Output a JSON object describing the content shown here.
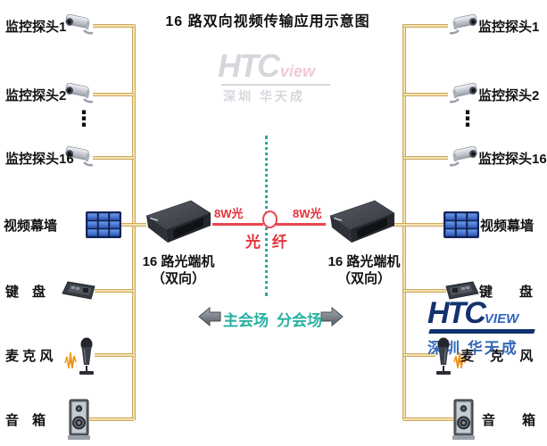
{
  "title": "16 路双向视频传输应用示意图",
  "watermark": {
    "brand": "HTC",
    "brand_suffix": "view",
    "subtitle": "深圳  华天成"
  },
  "logo": {
    "brand": "HTC",
    "brand_suffix": "VIEW",
    "subtitle": "深圳 华天成"
  },
  "left_column": {
    "ellipsis": "⋮",
    "items": [
      {
        "label": "监控探头1",
        "icon": "camera"
      },
      {
        "label": "监控探头2",
        "icon": "camera"
      },
      {
        "label": "监控探头16",
        "icon": "camera"
      },
      {
        "label": "视频幕墙",
        "icon": "video-wall"
      },
      {
        "label": "键　盘",
        "icon": "keyboard"
      },
      {
        "label": "麦 克 风",
        "icon": "microphone"
      },
      {
        "label": "音　箱",
        "icon": "speaker"
      }
    ]
  },
  "right_column": {
    "ellipsis": "⋮",
    "items": [
      {
        "label": "监控探头1",
        "icon": "camera"
      },
      {
        "label": "监控探头2",
        "icon": "camera"
      },
      {
        "label": "监控探头16",
        "icon": "camera"
      },
      {
        "label": "视频幕墙",
        "icon": "video-wall"
      },
      {
        "label": "键　　盘",
        "icon": "keyboard"
      },
      {
        "label": "麦 克 风",
        "icon": "microphone"
      },
      {
        "label": "音　　箱",
        "icon": "speaker"
      }
    ]
  },
  "center": {
    "left_device": {
      "name": "16 路光端机",
      "mode": "（双向）"
    },
    "right_device": {
      "name": "16 路光端机",
      "mode": "（双向）"
    },
    "fiber": {
      "left_power": "8W光",
      "right_power": "8W光",
      "name": "光 纤"
    },
    "venues": {
      "left": "主会场",
      "right": "分会场"
    }
  },
  "colors": {
    "connection_line": "#cfa75b",
    "fiber_red": "#e8444e",
    "venue_teal": "#27b1a1",
    "logo_navy": "#12326d",
    "logo_blue": "#3668b8"
  }
}
